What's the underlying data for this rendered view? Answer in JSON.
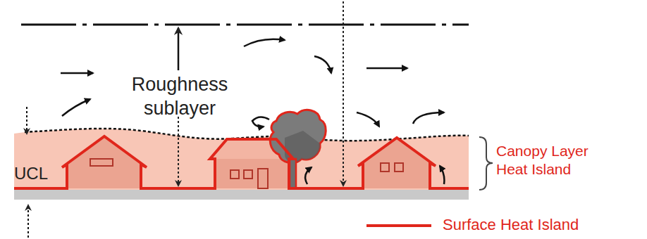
{
  "diagram": {
    "nodes": [
      {
        "text": [
          "UCL"
        ]
      }
    ],
    "labels": [
      "Roughness sublayer",
      "Canopy Layer Heat Island"
    ],
    "legend": [
      {
        "text": "Surface Heat Island"
      }
    ]
  }
}
